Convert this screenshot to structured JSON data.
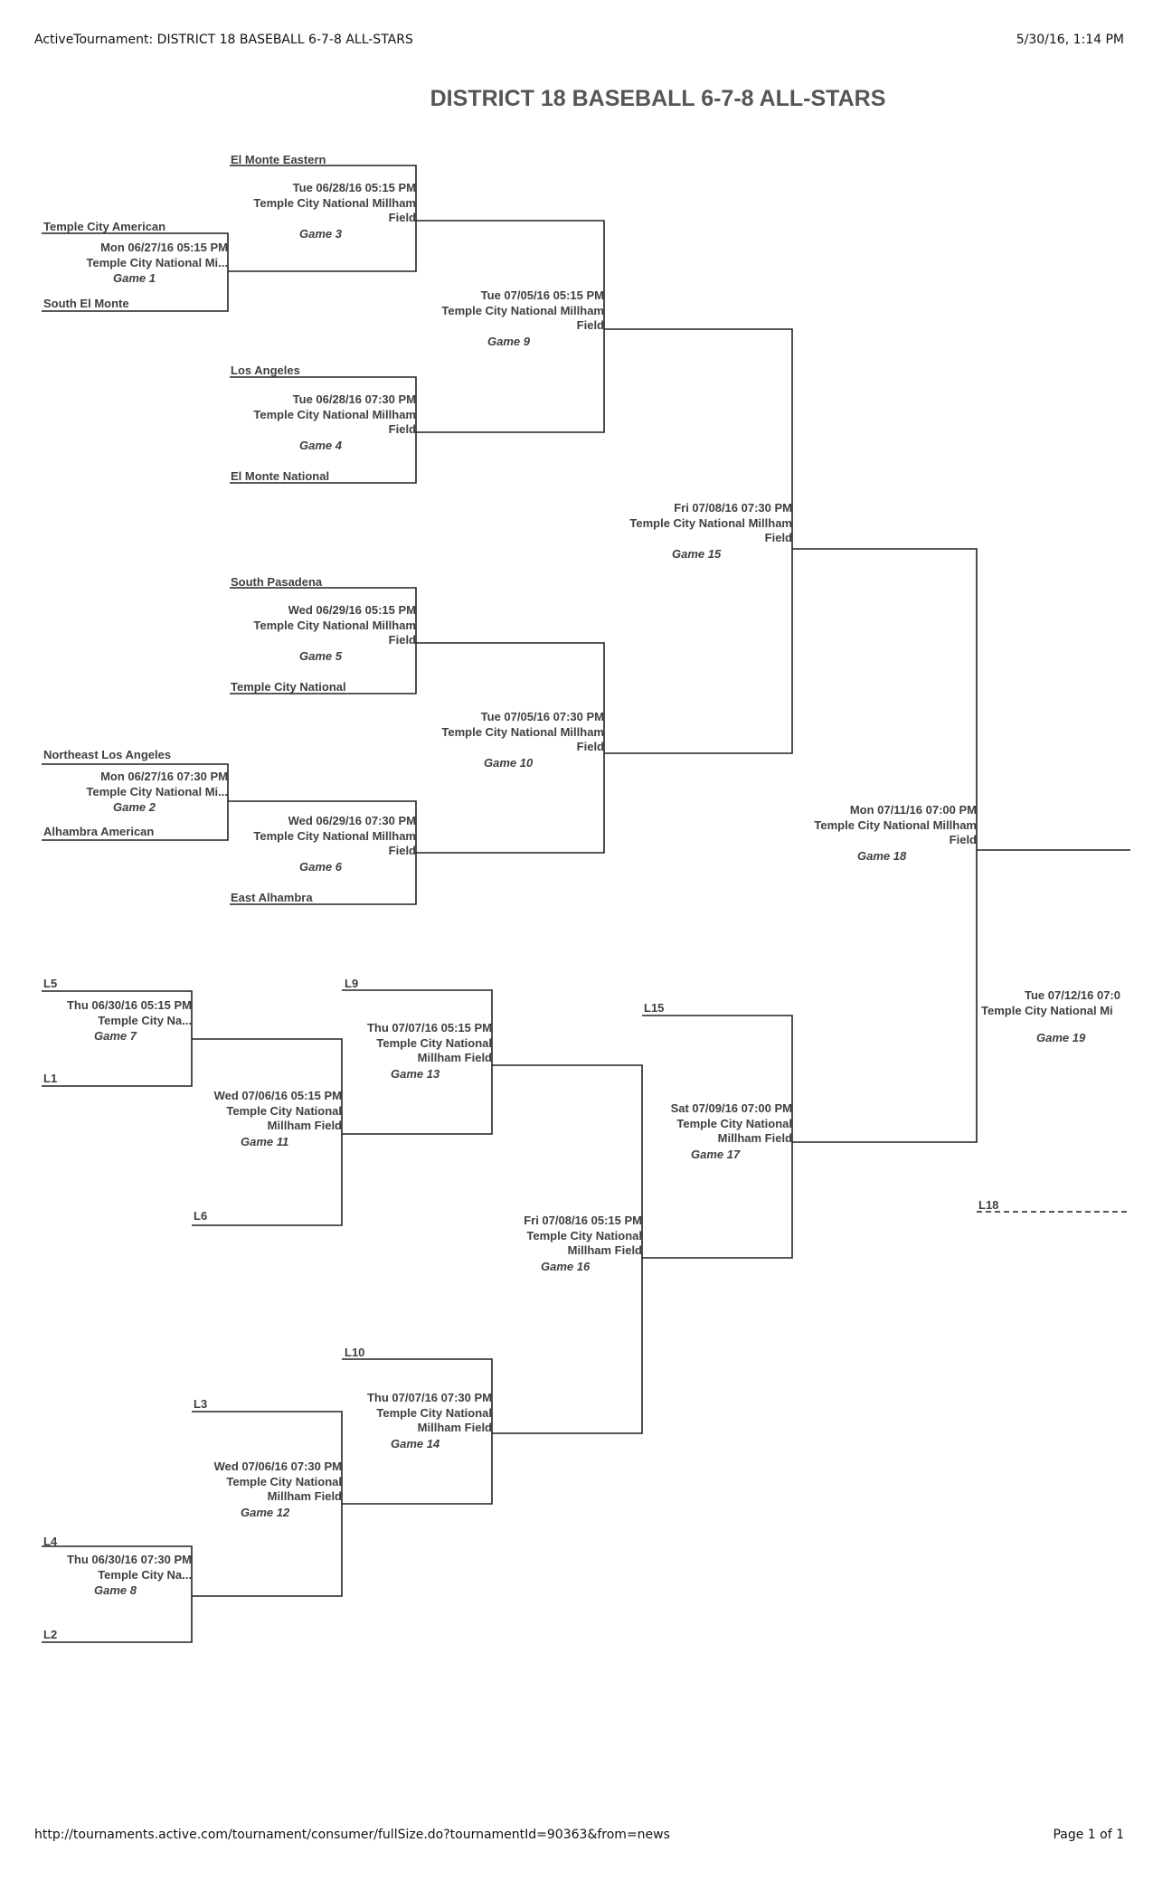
{
  "header": {
    "left": "ActiveTournament: DISTRICT 18 BASEBALL 6-7-8 ALL-STARS",
    "right": "5/30/16, 1:14 PM"
  },
  "footer": {
    "url": "http://tournaments.active.com/tournament/consumer/fullSize.do?tournamentId=90363&from=news",
    "page": "Page 1 of 1"
  },
  "title": "DISTRICT 18 BASEBALL 6-7-8 ALL-STARS",
  "teams": {
    "g3_top": "El Monte Eastern",
    "g1_top": "Temple City American",
    "g1_bottom": "South El Monte",
    "g4_top": "Los Angeles",
    "g4_bottom": "El Monte National",
    "g5_top": "South Pasadena",
    "g5_bottom": "Temple City National",
    "g2_top": "Northeast Los Angeles",
    "g2_bottom": "Alhambra American",
    "g6_bottom": "East Alhambra",
    "l5": "L5",
    "l1": "L1",
    "l6": "L6",
    "l9": "L9",
    "l15": "L15",
    "l10": "L10",
    "l3": "L3",
    "l4": "L4",
    "l2": "L2",
    "l18": "L18"
  },
  "games": {
    "g1": {
      "date": "Mon 06/27/16 05:15 PM",
      "loc1": "Temple City National Mi...",
      "loc2": "",
      "name": "Game 1"
    },
    "g2": {
      "date": "Mon 06/27/16 07:30 PM",
      "loc1": "Temple City National Mi...",
      "loc2": "",
      "name": "Game 2"
    },
    "g3": {
      "date": "Tue 06/28/16 05:15 PM",
      "loc1": "Temple City National Millham",
      "loc2": "Field",
      "name": "Game 3"
    },
    "g4": {
      "date": "Tue 06/28/16 07:30 PM",
      "loc1": "Temple City National Millham",
      "loc2": "Field",
      "name": "Game 4"
    },
    "g5": {
      "date": "Wed 06/29/16 05:15 PM",
      "loc1": "Temple City National Millham",
      "loc2": "Field",
      "name": "Game 5"
    },
    "g6": {
      "date": "Wed 06/29/16 07:30 PM",
      "loc1": "Temple City National Millham",
      "loc2": "Field",
      "name": "Game 6"
    },
    "g7": {
      "date": "Thu 06/30/16 05:15 PM",
      "loc1": "Temple City Na...",
      "loc2": "",
      "name": "Game 7"
    },
    "g8": {
      "date": "Thu 06/30/16 07:30 PM",
      "loc1": "Temple City Na...",
      "loc2": "",
      "name": "Game 8"
    },
    "g9": {
      "date": "Tue 07/05/16 05:15 PM",
      "loc1": "Temple City National Millham",
      "loc2": "Field",
      "name": "Game 9"
    },
    "g10": {
      "date": "Tue 07/05/16 07:30 PM",
      "loc1": "Temple City National Millham",
      "loc2": "Field",
      "name": "Game 10"
    },
    "g11": {
      "date": "Wed 07/06/16 05:15 PM",
      "loc1": "Temple City National",
      "loc2": "Millham Field",
      "name": "Game 11"
    },
    "g12": {
      "date": "Wed 07/06/16 07:30 PM",
      "loc1": "Temple City National",
      "loc2": "Millham Field",
      "name": "Game 12"
    },
    "g13": {
      "date": "Thu 07/07/16 05:15 PM",
      "loc1": "Temple City National",
      "loc2": "Millham Field",
      "name": "Game 13"
    },
    "g14": {
      "date": "Thu 07/07/16 07:30 PM",
      "loc1": "Temple City National",
      "loc2": "Millham Field",
      "name": "Game 14"
    },
    "g15": {
      "date": "Fri 07/08/16 07:30 PM",
      "loc1": "Temple City National Millham",
      "loc2": "Field",
      "name": "Game 15"
    },
    "g16": {
      "date": "Fri 07/08/16 05:15 PM",
      "loc1": "Temple City National",
      "loc2": "Millham Field",
      "name": "Game 16"
    },
    "g17": {
      "date": "Sat 07/09/16 07:00 PM",
      "loc1": "Temple City National",
      "loc2": "Millham Field",
      "name": "Game 17"
    },
    "g18": {
      "date": "Mon 07/11/16 07:00 PM",
      "loc1": "Temple City National Millham",
      "loc2": "Field",
      "name": "Game 18"
    },
    "g19": {
      "date": "Tue 07/12/16 07:0",
      "loc1": "Temple City National Mi",
      "loc2": "",
      "name": "Game 19"
    }
  }
}
